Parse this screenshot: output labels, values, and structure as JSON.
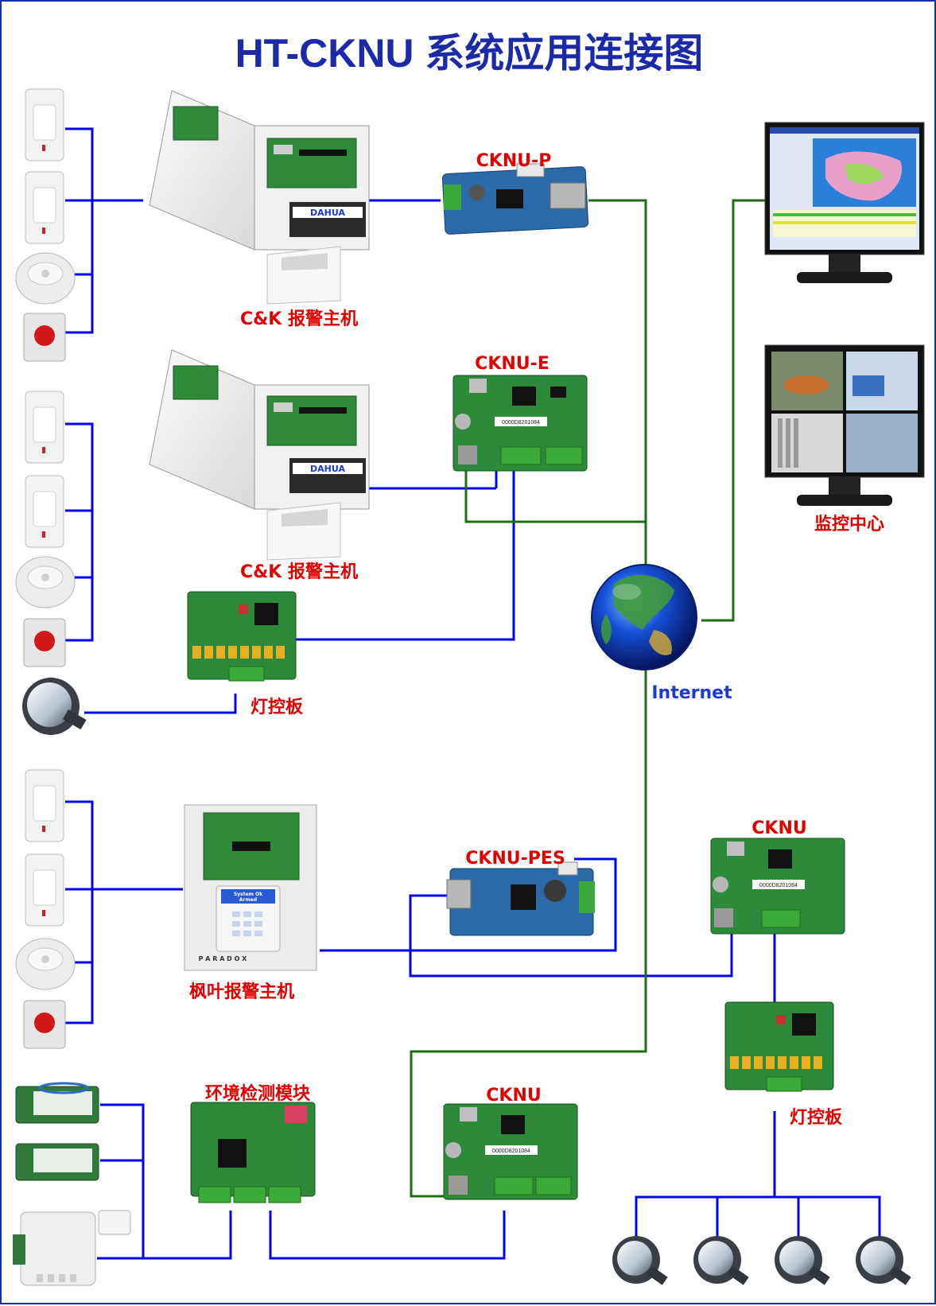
{
  "title": "HT-CKNU 系统应用连接图",
  "colors": {
    "title": "#1a2aa8",
    "label_red": "#e00000",
    "label_blue": "#1a3ad0",
    "wire_blue": "#0000ee",
    "wire_green": "#1e6e14",
    "pcb_green": "#2d8a3a",
    "pcb_blue": "#2a6aa8"
  },
  "labels": {
    "cknu_p": "CKNU-P",
    "ck_host_1": "C&K 报警主机",
    "cknu_e": "CKNU-E",
    "ck_host_2": "C&K 报警主机",
    "light_board_1": "灯控板",
    "internet": "Internet",
    "monitor_center": "监控中心",
    "cknu_right": "CKNU",
    "cknu_pes": "CKNU-PES",
    "maple_host": "枫叶报警主机",
    "light_board_2": "灯控板",
    "env_module": "环境检测模块",
    "cknu_bottom": "CKNU"
  },
  "device_text": {
    "dahua": "DAHUA",
    "paradox": "P A R A D O X",
    "system_ok": "System  Ok",
    "armed": "Armed",
    "board_serial": "0000D8201084"
  }
}
